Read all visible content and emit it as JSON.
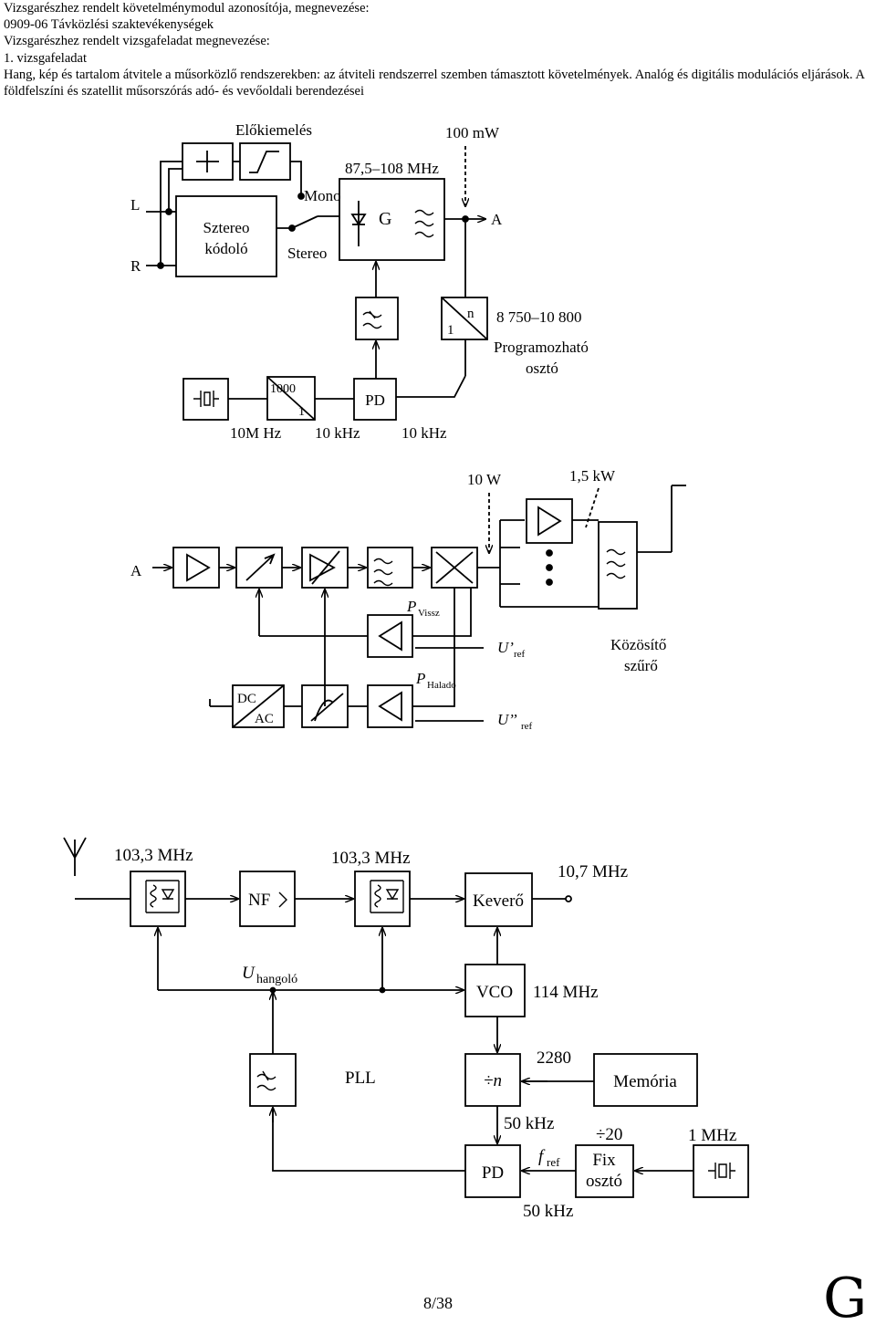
{
  "header": {
    "line1": "Vizsgarészhez rendelt követelménymodul azonosítója, megnevezése:",
    "line2": "0909-06 Távközlési szaktevékenységek",
    "line3": "Vizsgarészhez rendelt vizsgafeladat megnevezése:",
    "line4": "1. vizsgafeladat",
    "line5": "Hang, kép és tartalom átvitele a műsorközlő rendszerekben: az átviteli rendszerrel szemben támasztott követelmények. Analóg és digitális modulációs eljárások. A földfelszíni és szatellit műsorszórás adó- és vevőoldali berendezései"
  },
  "diagram1": {
    "elokiemeles": "Előkiemelés",
    "power": "100 mW",
    "freq": "87,5–108 MHz",
    "mono": "Mono",
    "stereo": "Stereo",
    "l": "L",
    "r": "R",
    "coder1": "Sztereo",
    "coder2": "kódoló",
    "g": "G",
    "a": "A",
    "div_n": "n",
    "div_1": "1",
    "range": "8 750–10 800",
    "prog1": "Programozható",
    "prog2": "osztó",
    "div1000": "1000",
    "div1000b": "1",
    "pd": "PD",
    "f1": "10M Hz",
    "f2": "10 kHz",
    "f3": "10 kHz"
  },
  "diagram2": {
    "p1": "10 W",
    "p2": "1,5 kW",
    "a": "A",
    "pviss": "P",
    "pviss_sub": "Vissz",
    "uref1": "U’",
    "uref1_sub": "ref",
    "phalado": "P",
    "phalado_sub": "Halado",
    "uref2": "U’’",
    "uref2_sub": "ref",
    "kozosito1": "Közösítő",
    "kozosito2": "szűrő",
    "dc": "DC",
    "ac": "AC"
  },
  "diagram3": {
    "f1": "103,3 MHz",
    "f2": "103,3 MHz",
    "f3": "10,7 MHz",
    "nf": "NF",
    "kevero": "Keverő",
    "u": "U",
    "u_sub": "hangoló",
    "vco": "VCO",
    "vco_f": "114 MHz",
    "pll": "PLL",
    "div": "÷n",
    "n2280": "2280",
    "memoria": "Memória",
    "f50": "50 kHz",
    "div20": "÷20",
    "mhz1": "1 MHz",
    "pd": "PD",
    "fref": "f",
    "fref_sub": "ref",
    "fix1": "Fix",
    "fix2": "osztó",
    "f50b": "50 kHz"
  },
  "page_number": "8/38",
  "signature": "G"
}
